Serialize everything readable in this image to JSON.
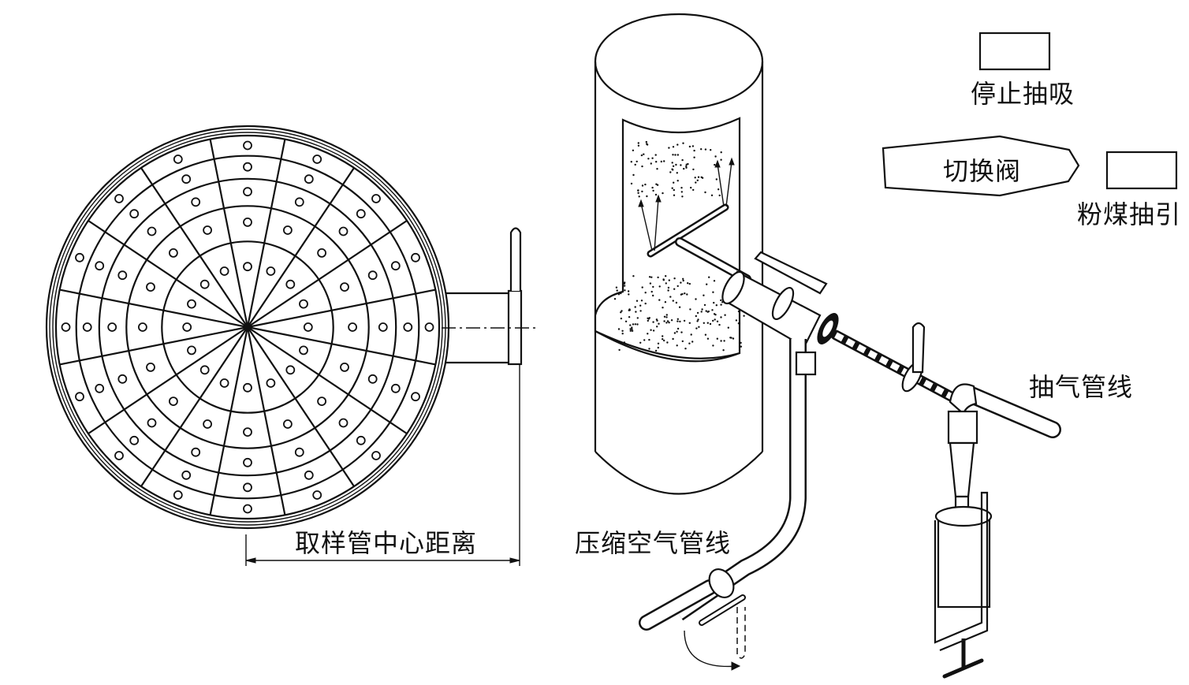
{
  "figure": {
    "labels": {
      "stop_suction": "停止抽吸",
      "switch_valve": "切换阀",
      "coal_suction": "粉煤抽引",
      "extraction_line": "抽气管线",
      "sampling_distance": "取样管中心距离",
      "compressed_air_line": "压缩空气管线"
    },
    "grid": {
      "radial_divisions": 16,
      "ring_count": 5
    },
    "colors": {
      "ink": "#111111",
      "background": "#ffffff"
    }
  }
}
